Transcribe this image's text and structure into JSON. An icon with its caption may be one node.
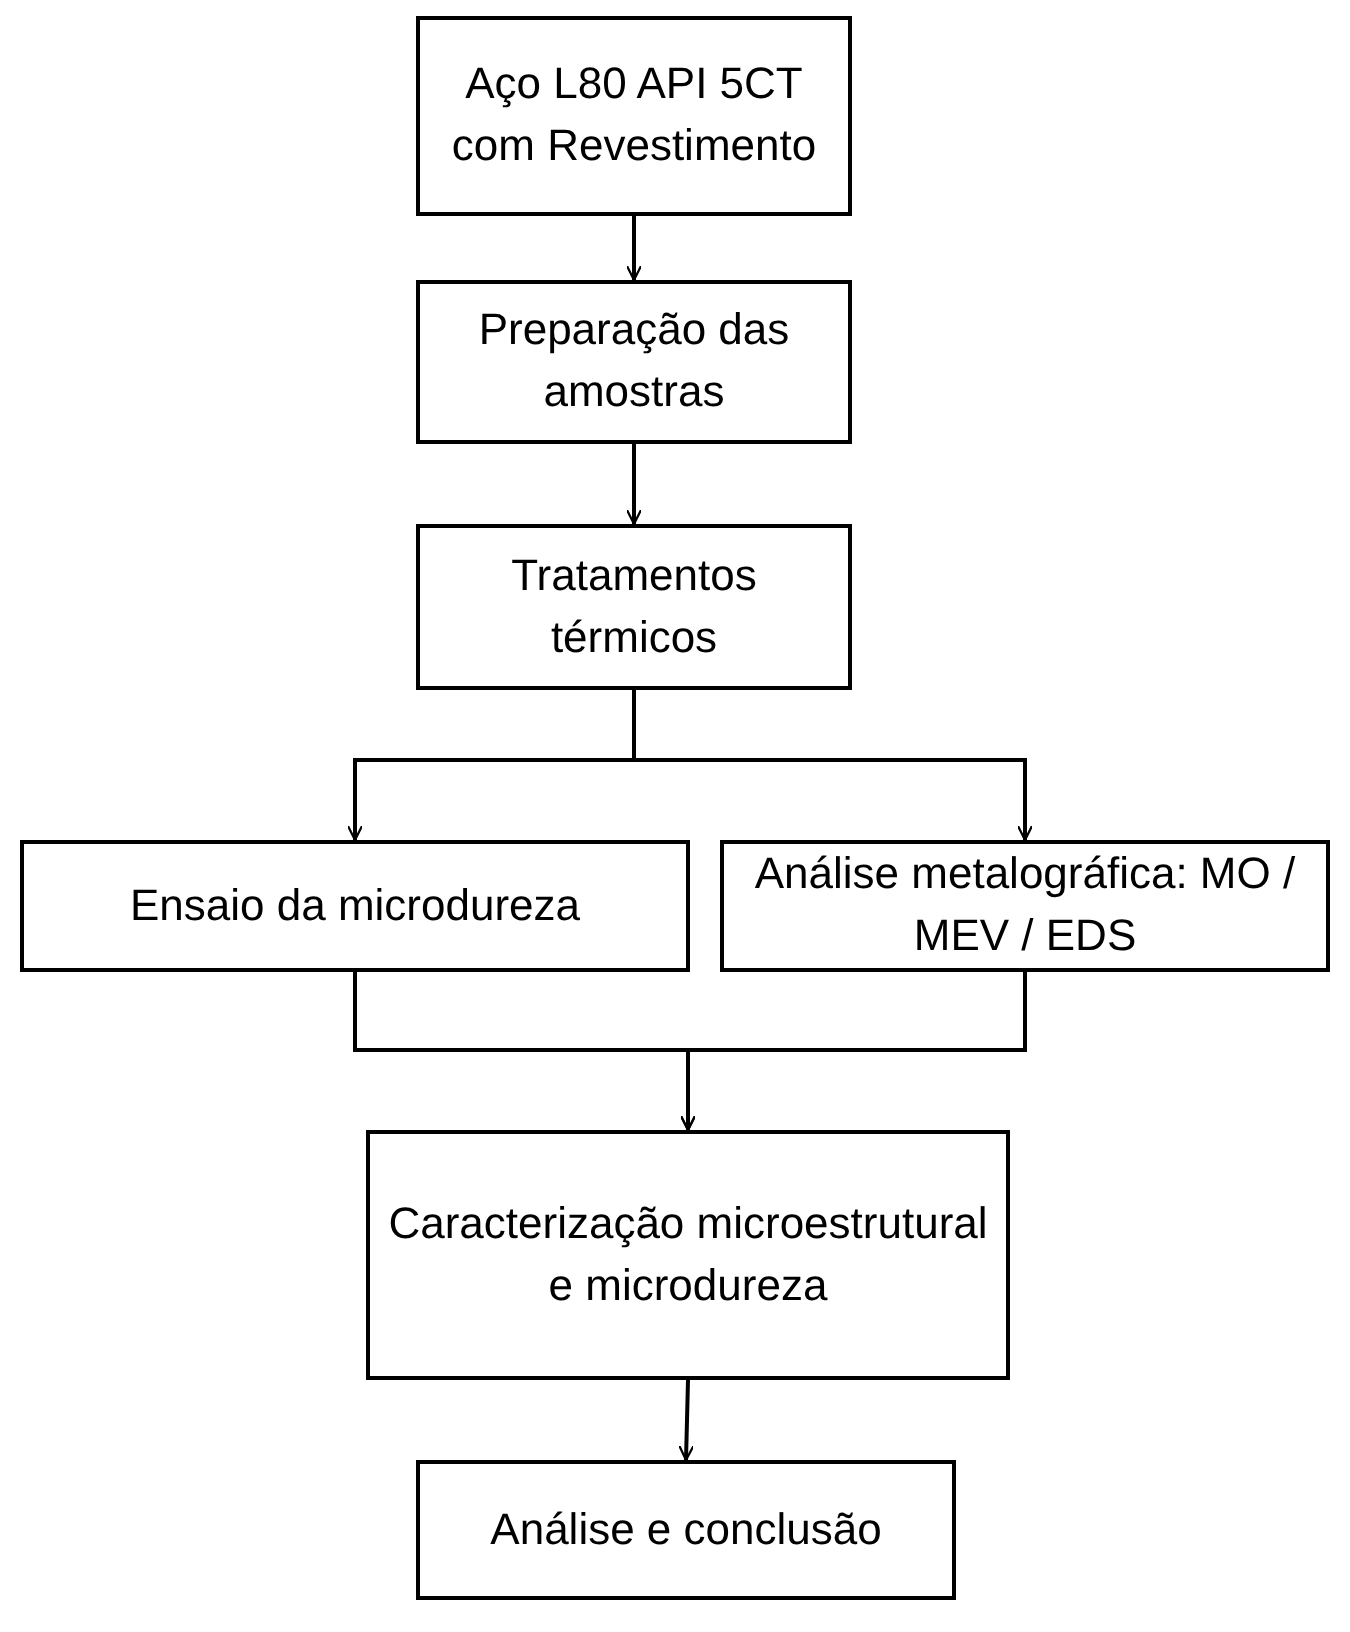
{
  "diagram": {
    "nodes": [
      {
        "text": [
          "Aço L80 API 5CT com Revestimento"
        ]
      },
      {
        "text": [
          "Preparação das amostras"
        ]
      },
      {
        "text": [
          "Tratamentos térmicos"
        ]
      },
      {
        "text": [
          "Ensaio da microdureza"
        ]
      },
      {
        "text": [
          "Análise metalográfica: MO / MEV / EDS"
        ]
      },
      {
        "text": [
          "Caracterização microestrutural e microdureza"
        ]
      },
      {
        "text": [
          "Análise e conclusão"
        ]
      }
    ],
    "edges": [
      {
        "from": 0,
        "to": 1,
        "arrow": "to"
      },
      {
        "from": 1,
        "to": 2,
        "arrow": "to"
      },
      {
        "from": 2,
        "to": 3,
        "arrow": "to"
      },
      {
        "from": 2,
        "to": 4,
        "arrow": "to"
      },
      {
        "from": 3,
        "to": 5,
        "arrow": "to"
      },
      {
        "from": 4,
        "to": 5,
        "arrow": "to"
      },
      {
        "from": 5,
        "to": 6,
        "arrow": "to"
      }
    ]
  }
}
